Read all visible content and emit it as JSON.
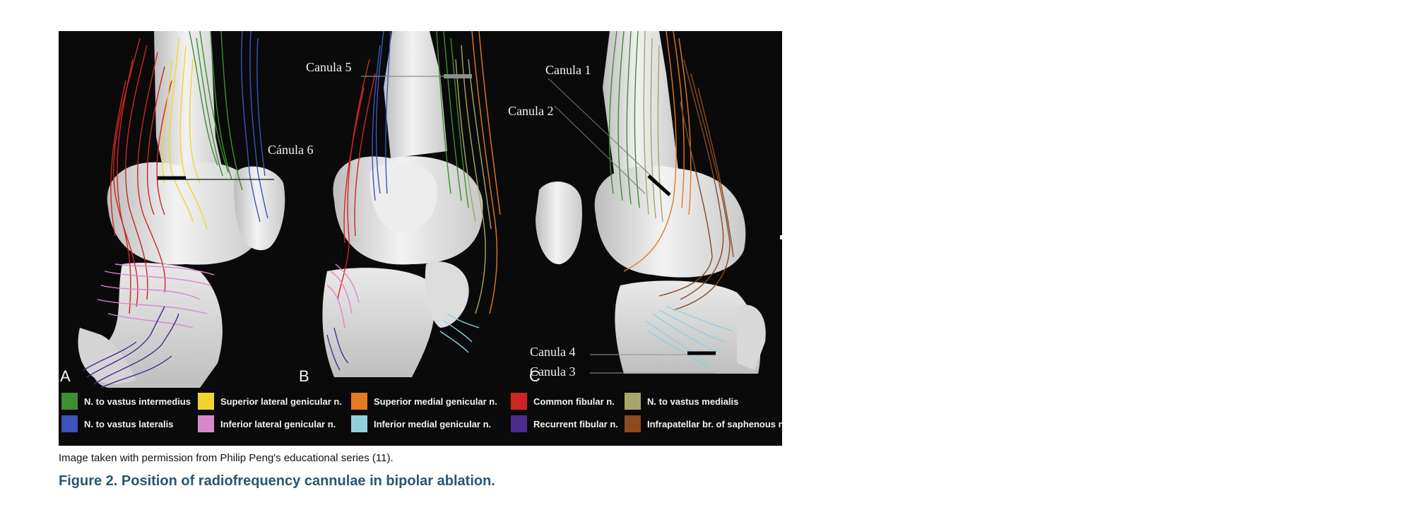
{
  "figure": {
    "panels": [
      {
        "letter": "A"
      },
      {
        "letter": "B"
      },
      {
        "letter": "C"
      }
    ],
    "cannula_labels": {
      "c1": "Canula 1",
      "c2": "Canula 2",
      "c3": "Canula 3",
      "c4": "Canula 4",
      "c5": "Canula 5",
      "c6": "Cánula 6"
    },
    "legend": [
      {
        "label": "N. to vastus intermedius",
        "color": "#3e8e33"
      },
      {
        "label": "Superior lateral genicular n.",
        "color": "#f0d530"
      },
      {
        "label": "Superior medial genicular n.",
        "color": "#e37a22"
      },
      {
        "label": "Common fibular n.",
        "color": "#cf2424"
      },
      {
        "label": "N. to vastus medialis",
        "color": "#a8a56a"
      },
      {
        "label": "N. to vastus lateralis",
        "color": "#3c54b8"
      },
      {
        "label": "Inferior lateral genicular n.",
        "color": "#d988cf"
      },
      {
        "label": "Inferior medial genicular n.",
        "color": "#8fd0dc"
      },
      {
        "label": "Recurrent fibular n.",
        "color": "#4d2a8e"
      },
      {
        "label": "Infrapatellar br. of saphenous n.",
        "color": "#8a4a1e"
      }
    ]
  },
  "credit": "Image taken with permission from Philip Peng's educational series (11).",
  "caption": "Figure 2. Position of radiofrequency cannulae in bipolar ablation."
}
